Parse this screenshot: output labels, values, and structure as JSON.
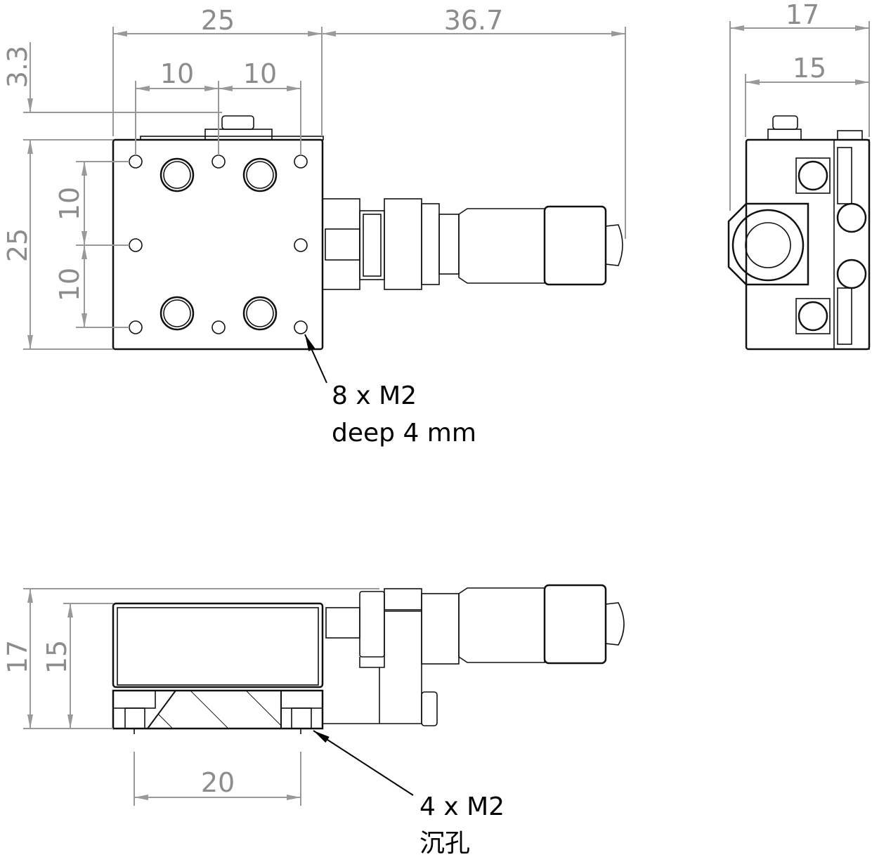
{
  "top_view": {
    "dim_width": "25",
    "dim_micrometer": "36.7",
    "dim_hole_spacing_left": "10",
    "dim_hole_spacing_right": "10",
    "dim_tab_offset": "3.3",
    "dim_height": "25",
    "dim_vertical_spacing_top": "10",
    "dim_vertical_spacing_bottom": "10",
    "callout_line1": "8 x M2",
    "callout_line2": "deep 4 mm"
  },
  "right_view": {
    "dim_outer": "17",
    "dim_inner": "15"
  },
  "side_view": {
    "dim_total_height": "17",
    "dim_body_height": "15",
    "dim_hole_spacing": "20",
    "callout_line1": "4 x M2",
    "callout_line2": "沉孔"
  },
  "colors": {
    "dimension": "#8c8c8c",
    "outline": "#111111"
  }
}
